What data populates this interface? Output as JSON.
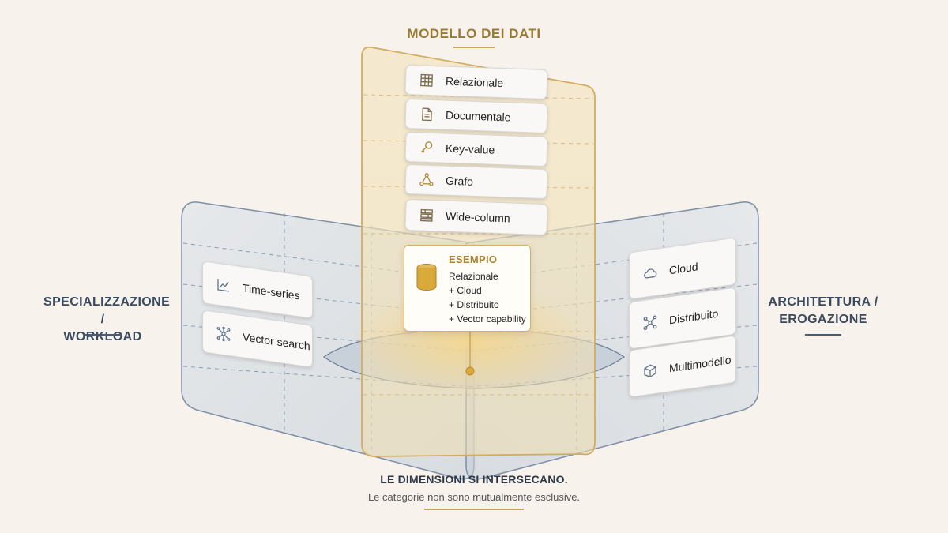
{
  "header": {
    "title": "MODELLO DEI DATI"
  },
  "left_dimension": {
    "line1": "SPECIALIZZAZIONE /",
    "line2": "WORKLOAD"
  },
  "right_dimension": {
    "line1": "ARCHITETTURA /",
    "line2": "EROGAZIONE"
  },
  "data_models": [
    {
      "label": "Relazionale",
      "icon": "table-icon"
    },
    {
      "label": "Documentale",
      "icon": "document-icon"
    },
    {
      "label": "Key-value",
      "icon": "key-icon"
    },
    {
      "label": "Grafo",
      "icon": "graph-icon"
    },
    {
      "label": "Wide-column",
      "icon": "wide-column-icon"
    }
  ],
  "workloads": [
    {
      "label": "Time-series",
      "icon": "line-chart-icon"
    },
    {
      "label": "Vector search",
      "icon": "vector-network-icon"
    }
  ],
  "architectures": [
    {
      "label": "Cloud",
      "icon": "cloud-icon"
    },
    {
      "label": "Distribuito",
      "icon": "distributed-nodes-icon"
    },
    {
      "label": "Multimodello",
      "icon": "cube-icon"
    }
  ],
  "example": {
    "title": "ESEMPIO",
    "lines": [
      "Relazionale",
      "+ Cloud",
      "+ Distribuito",
      "+ Vector capability"
    ],
    "icon": "database-icon"
  },
  "footer": {
    "title": "LE DIMENSIONI SI INTERSECANO.",
    "subtitle": "Le categorie non sono mutualmente esclusive."
  },
  "colors": {
    "background": "#f7f3ec",
    "gold": "#c9a75c",
    "gold_text": "#9a7a32",
    "slate": "#5f728c",
    "slate_text": "#3b4a5e"
  }
}
